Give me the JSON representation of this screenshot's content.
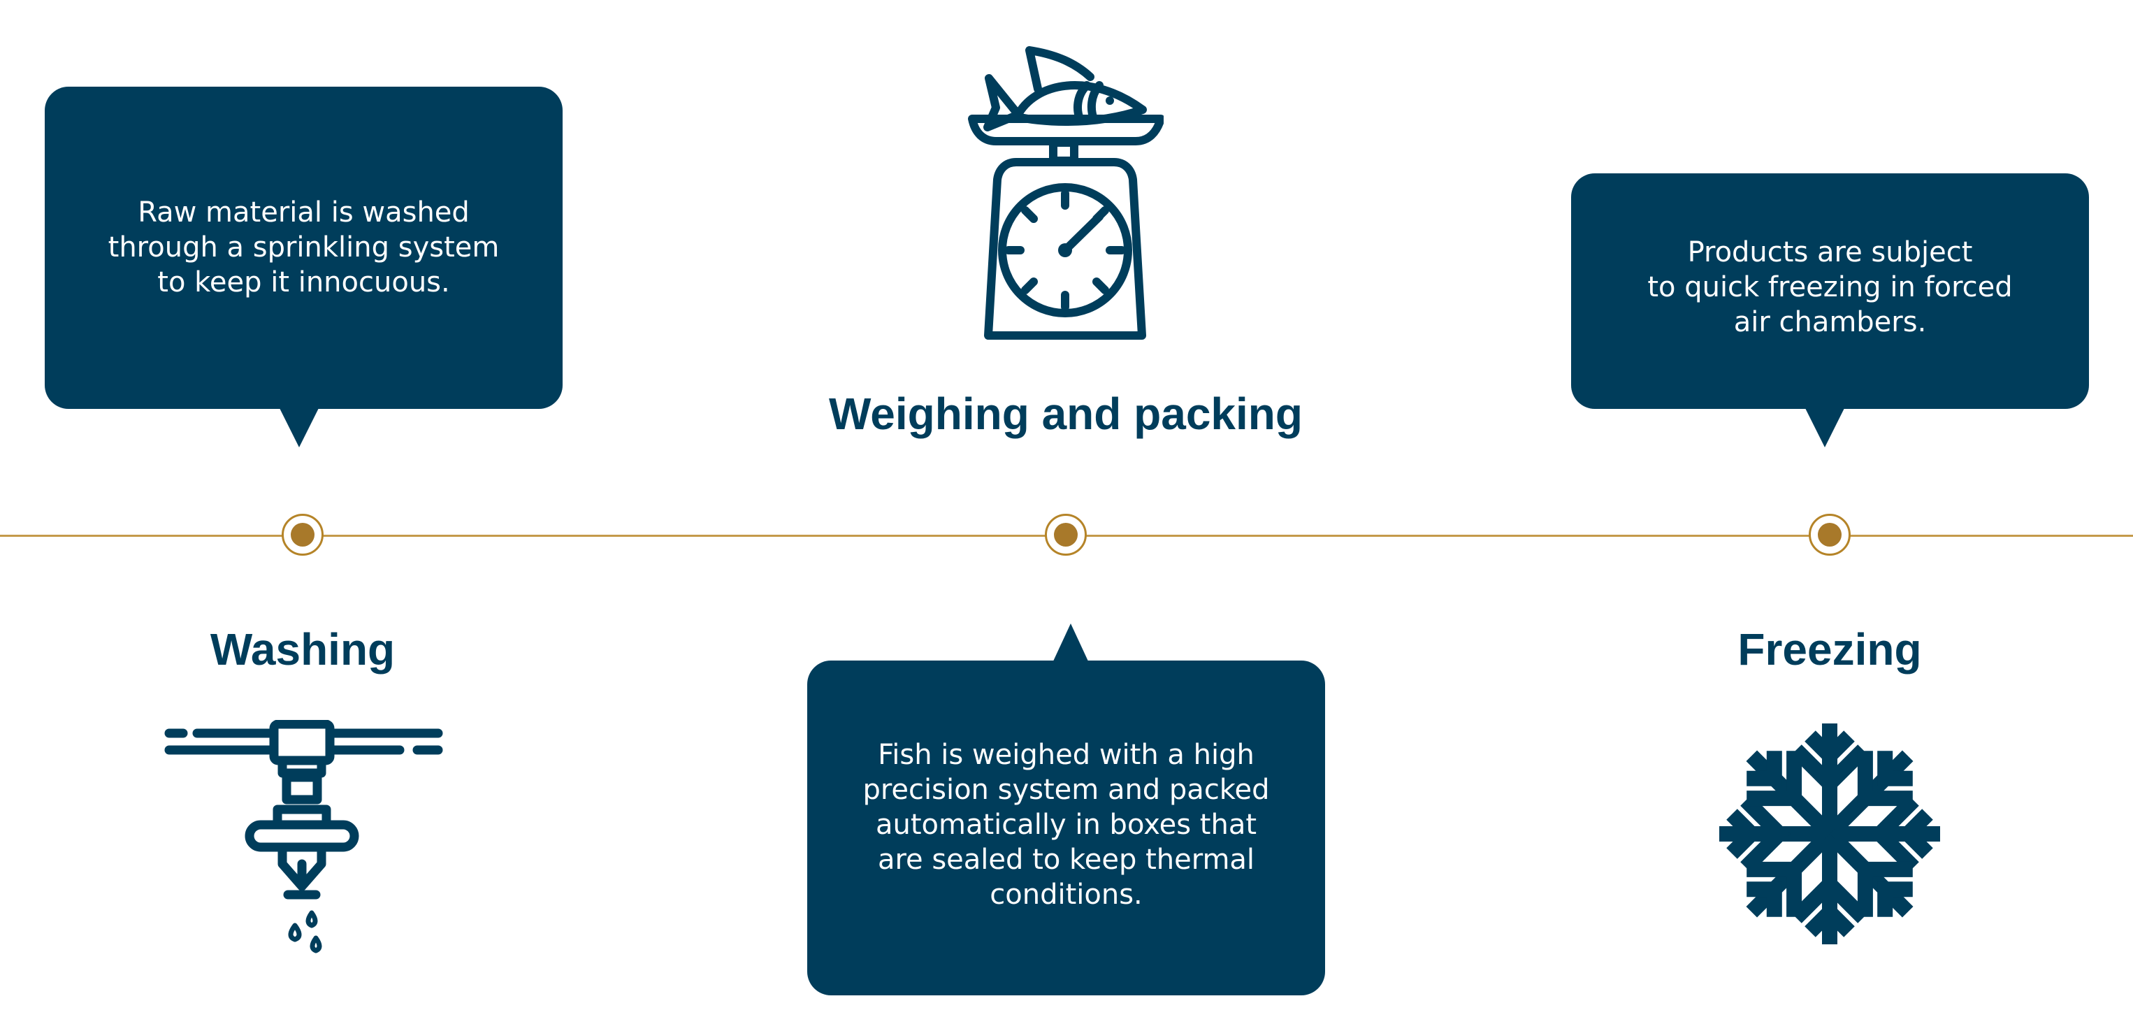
{
  "colors": {
    "primary": "#003d5b",
    "accent": "#a8792a",
    "timeline": "#c49a4a",
    "background": "#ffffff"
  },
  "stages": [
    {
      "title": "Washing",
      "description": "Raw material is washed\nthrough a sprinkling system\nto keep it innocuous.",
      "icon": "sprinkler-icon"
    },
    {
      "title": "Weighing and packing",
      "description": "Fish is weighed with a high\nprecision system and packed\nautomatically in boxes that\nare sealed to keep thermal\nconditions.",
      "icon": "fish-scale-icon"
    },
    {
      "title": "Freezing",
      "description": "Products are subject\nto quick freezing in forced\nair chambers.",
      "icon": "snowflake-icon"
    }
  ]
}
